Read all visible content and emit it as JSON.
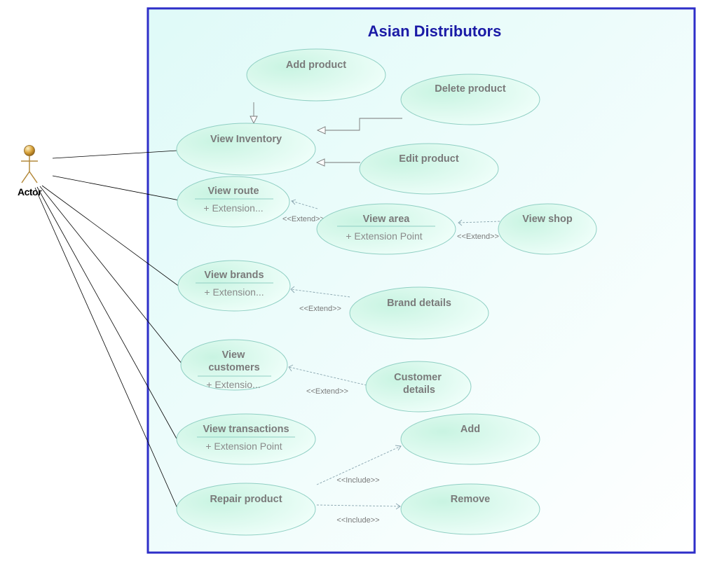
{
  "system": {
    "title": "Asian Distributors"
  },
  "actor": {
    "label": "Actor"
  },
  "use_cases": {
    "add_product": {
      "title": "Add product"
    },
    "delete_product": {
      "title": "Delete product"
    },
    "view_inventory": {
      "title": "View Inventory"
    },
    "edit_product": {
      "title": "Edit product"
    },
    "view_route": {
      "title": "View route",
      "ext": "+ Extension..."
    },
    "view_area": {
      "title": "View area",
      "ext": "+ Extension Point"
    },
    "view_shop": {
      "title": "View shop"
    },
    "view_brands": {
      "title": "View brands",
      "ext": "+ Extension..."
    },
    "brand_details": {
      "title": "Brand details"
    },
    "view_customers": {
      "title_line1": "View",
      "title_line2": "customers",
      "ext": "+ Extensio..."
    },
    "customer_details": {
      "title_line1": "Customer",
      "title_line2": "details"
    },
    "view_transactions": {
      "title": "View transactions",
      "ext": "+ Extension Point"
    },
    "add": {
      "title": "Add"
    },
    "repair_product": {
      "title": "Repair product"
    },
    "remove": {
      "title": "Remove"
    }
  },
  "relations": {
    "extend_label": "<<Extend>>",
    "include_label": "<<Include>>"
  },
  "colors": {
    "system_border": "#2e2ec8",
    "use_case_border": "#8fcfc3",
    "use_case_fill": "#dcf9ec",
    "system_fill": "#e9fcfb",
    "actor_body": "#b48a3c"
  }
}
